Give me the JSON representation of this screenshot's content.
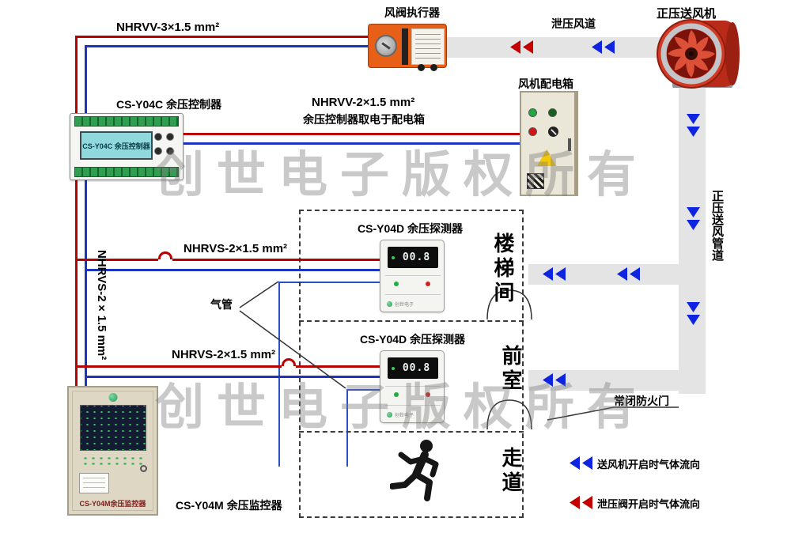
{
  "colors": {
    "wire_red": "#b80000",
    "wire_blue": "#1b35c0",
    "arrow_blue": "#0e24e0",
    "arrow_red": "#c40000",
    "duct_gray": "#e4e4e4"
  },
  "labels": {
    "fan": "正压送风机",
    "actuator": "风阀执行器",
    "relief_duct": "泄压风道",
    "dist_box": "风机配电箱",
    "controller": "CS-Y04C 余压控制器",
    "wire_nhrvv3": "NHRVV-3×1.5 mm²",
    "wire_nhrvv2": "NHRVV-2×1.5 mm²",
    "wire_nhrvv2_note": "余压控制器取电于配电箱",
    "wire_nhrvs_a": "NHRVS-2×1.5 mm²",
    "wire_nhrvs_b": "NHRVS-2×1.5 mm²",
    "wire_nhrvs_left": "NHRVS-2×1.5 mm²",
    "air_tube": "气管",
    "detector1_title": "CS-Y04D 余压探测器",
    "detector2_title": "CS-Y04D 余压探测器",
    "room_stairwell": "楼梯间",
    "room_front": "前室",
    "room_corridor": "走道",
    "supply_duct": "正压送风管道",
    "fire_door": "常闭防火门",
    "monitor_caption": "CS-Y04M 余压监控器",
    "watermark": "创世电子版权所有"
  },
  "controller": {
    "screen_text": "CS-Y04C 余压控制器"
  },
  "detectors": {
    "value": "00.8",
    "brand": "创世电子"
  },
  "monitor": {
    "panel_label": "CS-Y04M余压监控器"
  },
  "legend": {
    "supply_on": "送风机开启时气体流向",
    "relief_on": "泄压阀开启时气体流向"
  }
}
